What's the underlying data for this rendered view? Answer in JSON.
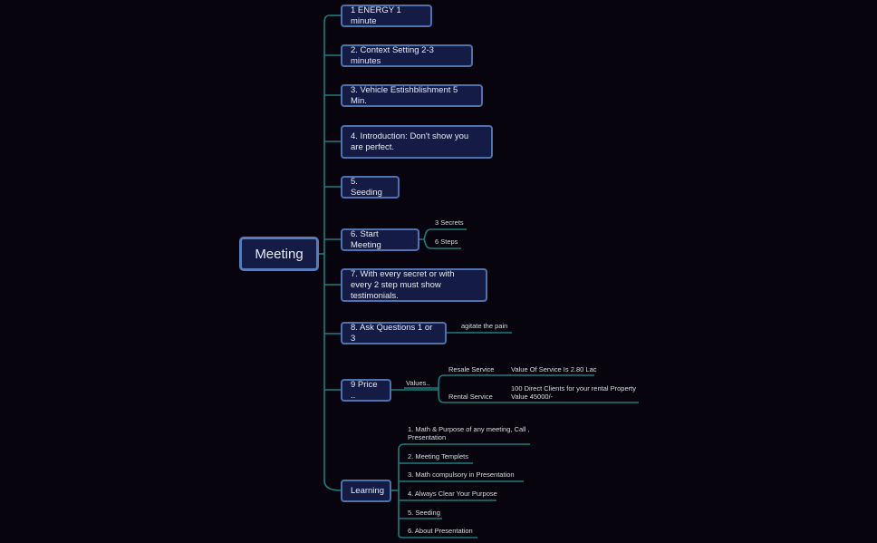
{
  "root": "Meeting",
  "branches": [
    "1 ENERGY 1 minute",
    "2. Context Setting 2-3 minutes",
    "3. Vehicle Estishblishment 5 Min.",
    "4. Introduction: Don't show you are perfect.",
    "5. Seeding",
    "6. Start Meeting",
    "7. With every secret or with every 2 step must show testimonials.",
    "8. Ask Questions 1 or 3",
    "9 Price ..",
    "Learning"
  ],
  "start_meeting_children": [
    "3 Secrets",
    "6 Steps"
  ],
  "ask_questions_children": [
    "agitate the pain"
  ],
  "price": {
    "values_label": "Values..",
    "resale_service": "Resale Service",
    "resale_value": "Value Of Service Is 2.80 Lac",
    "rental_service": "Rental Service",
    "rental_value": "100 Direct Clients for your rental Property Value 45000/-"
  },
  "learning_children": [
    "1.  Math & Purpose of any meeting, Call , Presentation",
    "2.  Meeting Templets",
    "3. Math compulsory in Presentation",
    "4. Always Clear Your Purpose",
    "5. Seeding",
    "6.  About Presentation"
  ],
  "colors": {
    "line": "#1d7c7c",
    "node_fill": "#141b44",
    "node_border": "#4f72ad",
    "background": "#07040d"
  }
}
